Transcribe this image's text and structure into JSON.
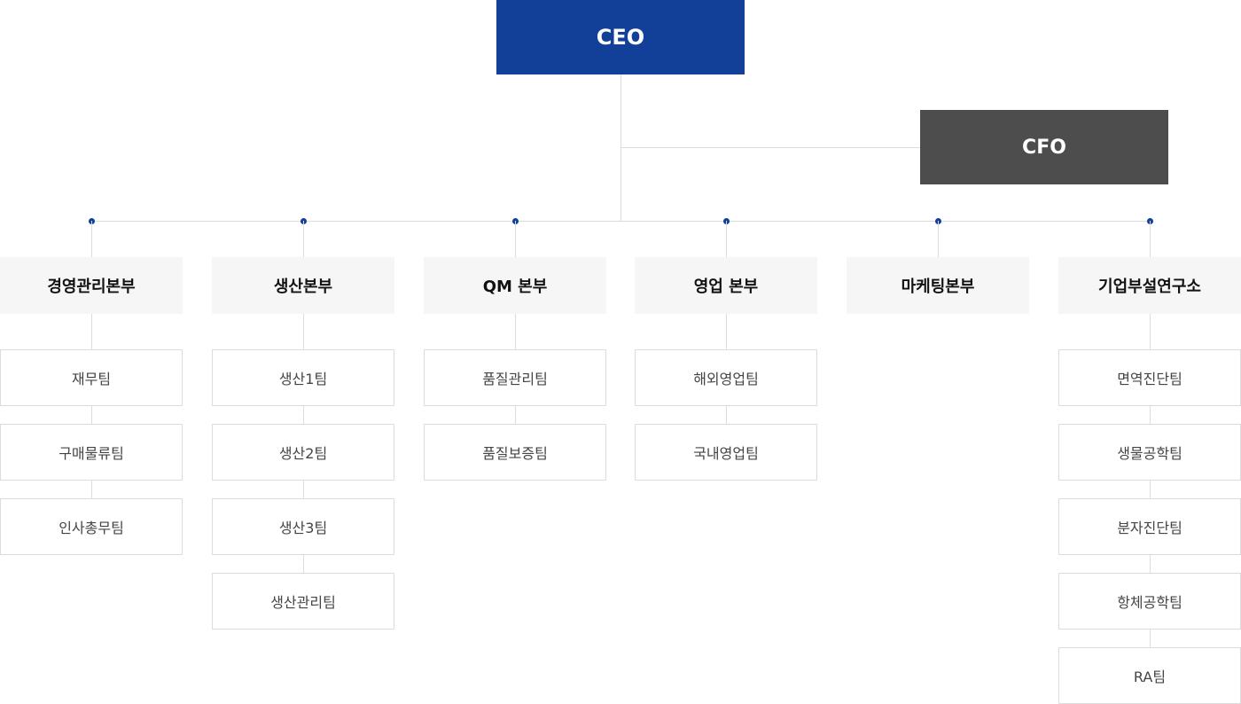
{
  "ceo": {
    "label": "CEO"
  },
  "cfo": {
    "label": "CFO"
  },
  "divisions": [
    {
      "label": "경영관리본부",
      "teams": [
        "재무팀",
        "구매물류팀",
        "인사총무팀"
      ]
    },
    {
      "label": "생산본부",
      "teams": [
        "생산1팀",
        "생산2팀",
        "생산3팀",
        "생산관리팀"
      ]
    },
    {
      "label": "QM 본부",
      "teams": [
        "품질관리팀",
        "품질보증팀"
      ]
    },
    {
      "label": "영업 본부",
      "teams": [
        "해외영업팀",
        "국내영업팀"
      ]
    },
    {
      "label": "마케팅본부",
      "teams": []
    },
    {
      "label": "기업부설연구소",
      "teams": [
        "면역진단팀",
        "생물공학팀",
        "분자진단팀",
        "항체공학팀",
        "RA팀"
      ]
    }
  ],
  "colors": {
    "ceo_box": "#123f98",
    "cfo_box": "#4d4d4d",
    "connector": "#dcdcdc",
    "node_dot": "#123f98"
  }
}
